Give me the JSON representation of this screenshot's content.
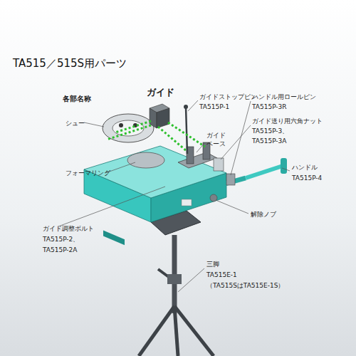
{
  "diagram": {
    "title": "TA515／515S用パーツ",
    "labels": [
      "各部名称",
      "ガイド",
      "ガイドストップピン",
      "TA515P-1",
      "ハンドル用ロールピン",
      "TA515P-3R",
      "ガイド送り用六角ナット",
      "TA515P-3、",
      "TA515P-3A",
      "シュー",
      "ガイド ベース",
      "フォーマリング",
      "ハンドル",
      "TA515P-4",
      "解除ノブ",
      "ガイド調整ボルト",
      "TA515P-2、",
      "TA515P-2A",
      "三脚",
      "TA515E-1",
      "（TA515SはTA515E-1S）"
    ]
  }
}
